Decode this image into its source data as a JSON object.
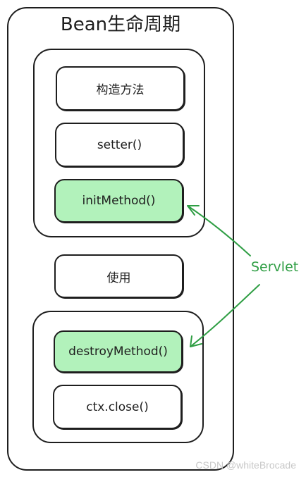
{
  "title": "Bean生命周期",
  "steps": [
    {
      "label": "构造方法"
    },
    {
      "label": "setter()"
    },
    {
      "label": "initMethod()"
    },
    {
      "label": "使用"
    },
    {
      "label": "destroyMethod()"
    },
    {
      "label": "ctx.close()"
    }
  ],
  "annotation": "Servlet",
  "watermark": "CSDN @whiteBrocade",
  "colors": {
    "stroke": "#1e1e1e",
    "highlight_fill": "#b2f2bb",
    "annotation": "#2f9e44"
  }
}
